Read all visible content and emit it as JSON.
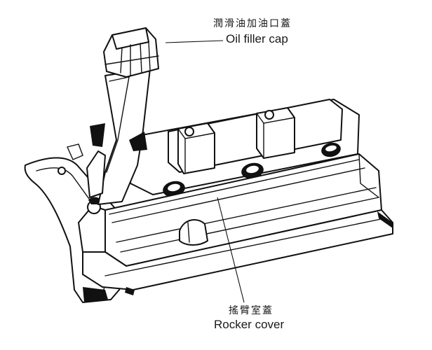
{
  "callouts": {
    "oil_filler_cap": {
      "zh": "潤滑油加油口蓋",
      "en": "Oil filler cap"
    },
    "rocker_cover": {
      "zh": "搖臂室蓋",
      "en": "Rocker cover"
    }
  }
}
